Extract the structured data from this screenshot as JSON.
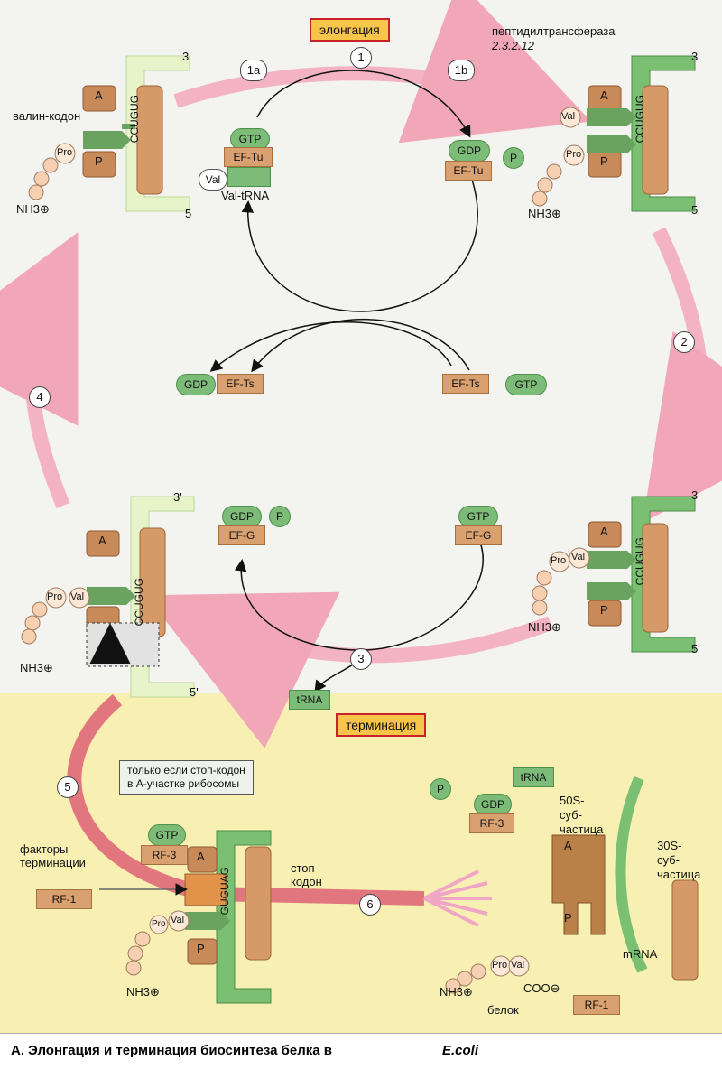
{
  "elongation_title": "элонгация",
  "termination_title": "терминация",
  "steps": {
    "s1": "1",
    "s1a": "1a",
    "s1b": "1b",
    "s2": "2",
    "s3": "3",
    "s4": "4",
    "s5": "5",
    "s6": "6"
  },
  "factors": {
    "gtp": "GTP",
    "gdp": "GDP",
    "p": "P",
    "ef_tu": "EF-Tu",
    "ef_ts": "EF-Ts",
    "ef_g": "EF-G",
    "val_trna": "Val-tRNA",
    "trna": "tRNA",
    "rf1": "RF-1",
    "rf3": "RF-3"
  },
  "aminoacids": {
    "pro": "Pro",
    "val": "Val"
  },
  "sites": {
    "a": "A",
    "p": "P"
  },
  "codons": {
    "seq1": "CCUGUG",
    "seq2": "GUGUAG"
  },
  "ends": {
    "three": "3'",
    "five": "5'",
    "five_plain": "5"
  },
  "labels": {
    "peptidyltransferase": "пептидилтрансфераза",
    "enzyme_code": "2.3.2.12",
    "valine_codon": "валин-кодон",
    "nh3": "NH3⊕",
    "coo": "COO⊖",
    "callout_line1": "только если стоп-кодон",
    "callout_line2": "в А-участке рибосомы",
    "termination_factors_1": "факторы",
    "termination_factors_2": "терминации",
    "stop_1": "стоп-",
    "stop_2": "кодон",
    "s50_1": "50S-",
    "s50_2": "суб-",
    "s50_3": "частица",
    "s30_1": "30S-",
    "s30_2": "суб-",
    "s30_3": "частица",
    "mrna": "mRNA",
    "protein": "белок"
  },
  "caption": {
    "main": "А. Элонгация и терминация  биосинтеза  белка  в",
    "organism": "E.coli"
  }
}
